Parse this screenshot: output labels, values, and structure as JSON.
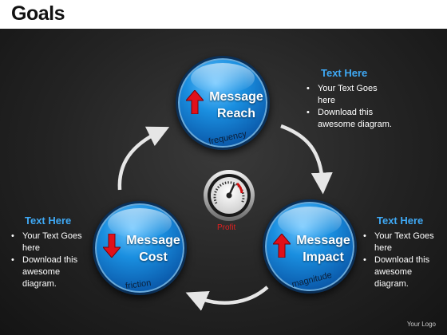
{
  "header": {
    "title": "Goals"
  },
  "cycle": {
    "reach": {
      "label_line1": "Message",
      "label_line2": "Reach",
      "sub": "frequency",
      "arrow": "up-arrow-icon"
    },
    "impact": {
      "label_line1": "Message",
      "label_line2": "Impact",
      "sub": "magnitude",
      "arrow": "up-arrow-icon"
    },
    "cost": {
      "label_line1": "Message",
      "label_line2": "Cost",
      "sub": "friction",
      "arrow": "down-arrow-icon"
    }
  },
  "center": {
    "gauge_label": "Profit",
    "icon": "speedometer-icon"
  },
  "text_blocks": {
    "right": {
      "title": "Text Here",
      "bullets": [
        "Your Text Goes here",
        "Download this awesome diagram."
      ]
    },
    "left": {
      "title": "Text Here",
      "bullets": [
        "Your Text Goes here",
        "Download this awesome diagram."
      ]
    },
    "bottom_right": {
      "title": "Text Here",
      "bullets": [
        "Your Text Goes here",
        "Download this awesome diagram."
      ]
    }
  },
  "footer": {
    "logo": "Your Logo"
  },
  "colors": {
    "accent": "#3fa9f5",
    "circle_blue": "#1a8fe0",
    "arrow_red": "#e0101a",
    "gauge_label": "#e02020",
    "cycle_arrow": "#e6e6e6"
  }
}
